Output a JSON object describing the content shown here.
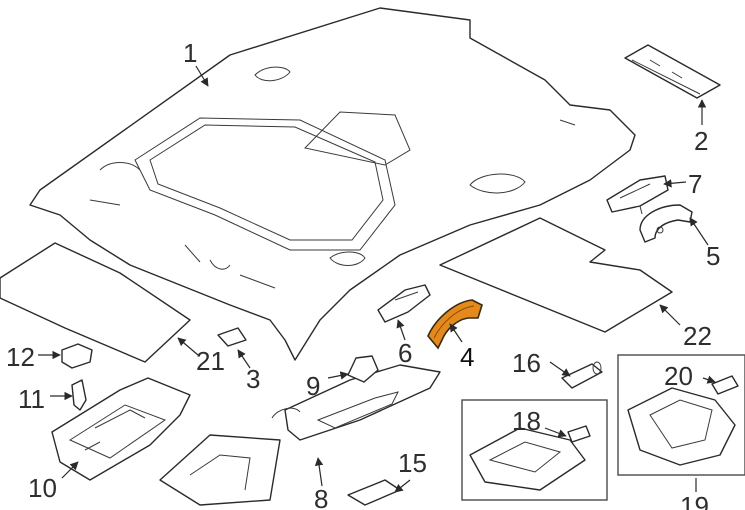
{
  "diagram": {
    "highlight_color": "#e48a1c",
    "highlighted_part": "4",
    "callouts": [
      {
        "id": "c1",
        "label": "1"
      },
      {
        "id": "c2",
        "label": "2"
      },
      {
        "id": "c3",
        "label": "3"
      },
      {
        "id": "c4",
        "label": "4"
      },
      {
        "id": "c5",
        "label": "5"
      },
      {
        "id": "c6",
        "label": "6"
      },
      {
        "id": "c7",
        "label": "7"
      },
      {
        "id": "c8",
        "label": "8"
      },
      {
        "id": "c9",
        "label": "9"
      },
      {
        "id": "c10",
        "label": "10"
      },
      {
        "id": "c11",
        "label": "11"
      },
      {
        "id": "c12",
        "label": "12"
      },
      {
        "id": "c15",
        "label": "15"
      },
      {
        "id": "c16",
        "label": "16"
      },
      {
        "id": "c18",
        "label": "18"
      },
      {
        "id": "c19",
        "label": "19"
      },
      {
        "id": "c20",
        "label": "20"
      },
      {
        "id": "c21",
        "label": "21"
      },
      {
        "id": "c22",
        "label": "22"
      }
    ]
  }
}
